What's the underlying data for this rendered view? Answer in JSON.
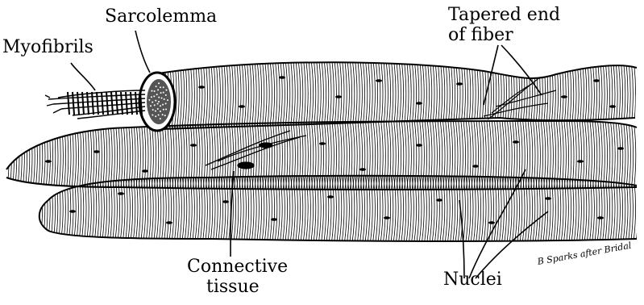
{
  "labels": {
    "myofibrils": "Myofibrils",
    "sarcolemma": "Sarcolemma",
    "tapered_end_line1": "Tapered end",
    "tapered_end_line2": "of fiber",
    "connective_line1": "Connective",
    "connective_line2": "tissue",
    "nuclei": "Nuclei"
  },
  "signature": "B Sparks after Bridal",
  "colors": {
    "ink": "#000000",
    "background": "#ffffff"
  }
}
